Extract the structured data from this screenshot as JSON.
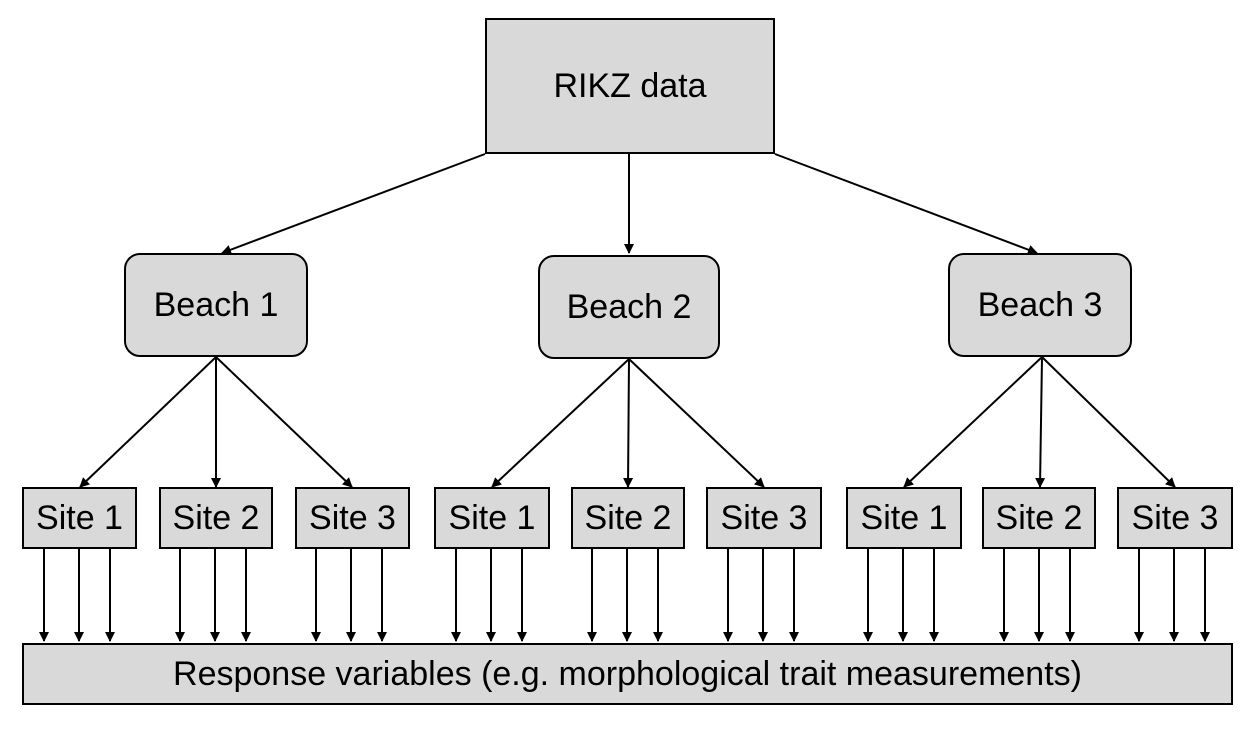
{
  "root": {
    "label": "RIKZ data"
  },
  "beaches": [
    {
      "label": "Beach 1",
      "sites": [
        "Site 1",
        "Site 2",
        "Site 3"
      ]
    },
    {
      "label": "Beach 2",
      "sites": [
        "Site 1",
        "Site 2",
        "Site 3"
      ]
    },
    {
      "label": "Beach 3",
      "sites": [
        "Site 1",
        "Site 2",
        "Site 3"
      ]
    }
  ],
  "response": {
    "label": "Response variables (e.g. morphological trait measurements)"
  },
  "colors": {
    "box_fill": "#d9d9d9",
    "stroke": "#000000",
    "text": "#000000"
  }
}
